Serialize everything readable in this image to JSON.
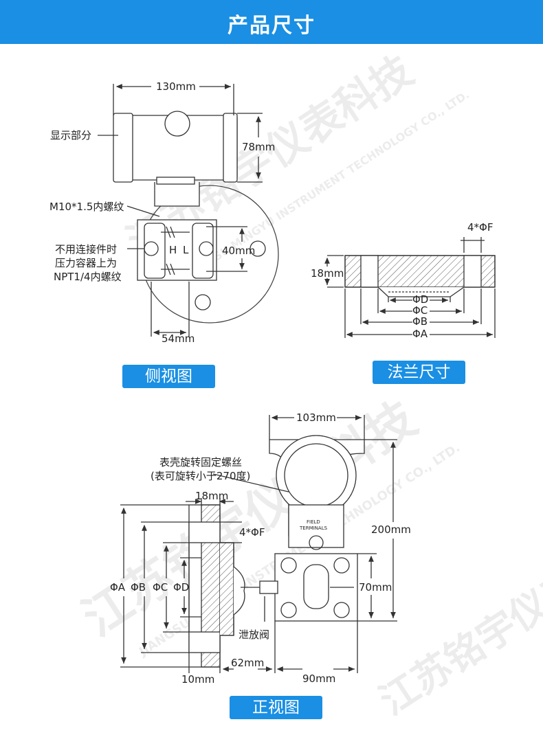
{
  "header": {
    "title": "产品尺寸"
  },
  "side_view": {
    "tag": "侧视图",
    "dim_width": "130mm",
    "dim_height": "78mm",
    "dim_flange": "40mm",
    "dim_base": "54mm",
    "label_display": "显示部分",
    "label_thread": "M10*1.5内螺纹",
    "label_note_1": "不用连接件时",
    "label_note_2": "压力容器上为",
    "label_note_3": "NPT1/4内螺纹",
    "label_h": "H",
    "label_l": "L"
  },
  "flange_view": {
    "tag": "法兰尺寸",
    "dim_holes": "4*ΦF",
    "dim_thickness": "18mm",
    "dim_d": "ΦD",
    "dim_c": "ΦC",
    "dim_b": "ΦB",
    "dim_a": "ΦA"
  },
  "front_view": {
    "tag": "正视图",
    "dim_top": "103mm",
    "label_screw_1": "表壳旋转固定螺丝",
    "label_screw_2": "(表可旋转小于270度)",
    "dim_flange_thk": "18mm",
    "dim_holes": "4*ΦF",
    "dim_height": "200mm",
    "dim_a": "ΦA",
    "dim_b": "ΦB",
    "dim_c": "ΦC",
    "dim_d": "ΦD",
    "dim_body": "70mm",
    "label_valve": "泄放阀",
    "dim_62": "62mm",
    "dim_10": "10mm",
    "dim_90": "90mm",
    "terminal_1": "FIELD",
    "terminal_2": "TERMINALS"
  },
  "watermarks": {
    "cn": "江苏铭宇仪表科技",
    "en": "JIANGSU MINGYU INSTRUMENT TECHNOLOGY CO., LTD."
  }
}
